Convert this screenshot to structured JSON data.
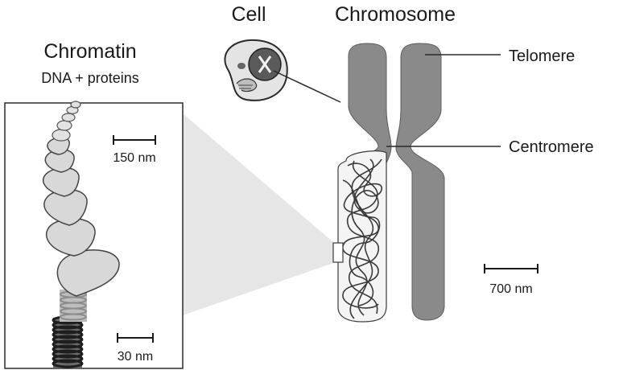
{
  "diagram": {
    "labels": {
      "cell": "Cell",
      "chromosome": "Chromosome",
      "chromatin": "Chromatin",
      "chromatin_sub": "DNA + proteins",
      "telomere": "Telomere",
      "centromere": "Centromere"
    },
    "scale_bars": {
      "s150": "150 nm",
      "s30": "30 nm",
      "s700": "700 nm"
    },
    "colors": {
      "chromosome": "#8a8a8a",
      "chromatin_fill": "#dcdcdc",
      "projection": "#e6e6e6",
      "outline": "#2a2a2a"
    }
  }
}
